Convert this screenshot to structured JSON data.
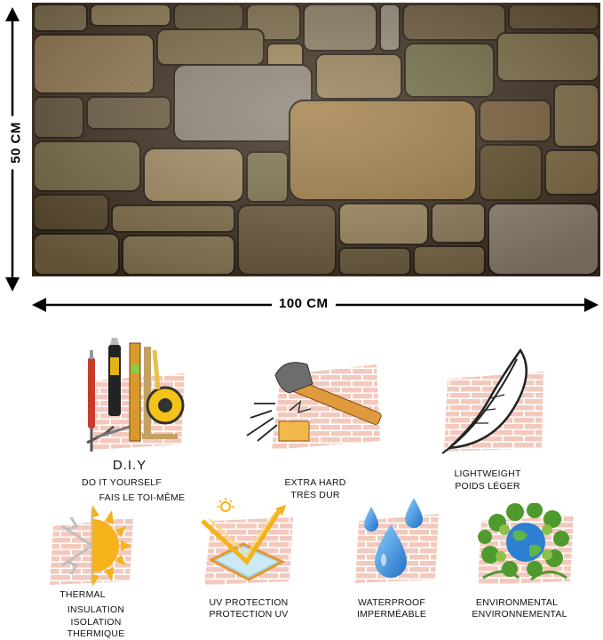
{
  "dimensions": {
    "height": "50 CM",
    "width": "100 CM"
  },
  "features": {
    "diy": {
      "title": "D.I.Y",
      "line1": "DO IT YOURSELF",
      "line2": "FAIS LE TOI-MÊME",
      "icon": "tools-icon"
    },
    "hard": {
      "line1": "EXTRA HARD",
      "line2": "TRÈS DUR",
      "icon": "hammer-icon"
    },
    "light": {
      "line1": "LIGHTWEIGHT",
      "line2": "POIDS LÉGER",
      "icon": "feather-icon"
    },
    "thermal": {
      "line1": "THERMAL",
      "line2": "INSULATION",
      "line3": "ISOLATION",
      "line4": "THERMIQUE",
      "icon": "sun-snowflake-icon"
    },
    "uv": {
      "line1": "UV PROTECTION",
      "line2": "PROTECTION UV",
      "icon": "uv-shield-icon"
    },
    "water": {
      "line1": "WATERPROOF",
      "line2": "IMPERMÉABLE",
      "icon": "water-drops-icon"
    },
    "eco": {
      "line1": "ENVIRONMENTAL",
      "line2": "ENVIRONNEMENTAL",
      "icon": "earth-leaves-icon"
    }
  },
  "colors": {
    "brick": "#f3c9bd",
    "mortar": "#ffffff",
    "stone_dark": "#4a3826",
    "sun": "#f5b21b",
    "water": "#3a9be0",
    "leaf": "#4f9a2d"
  }
}
